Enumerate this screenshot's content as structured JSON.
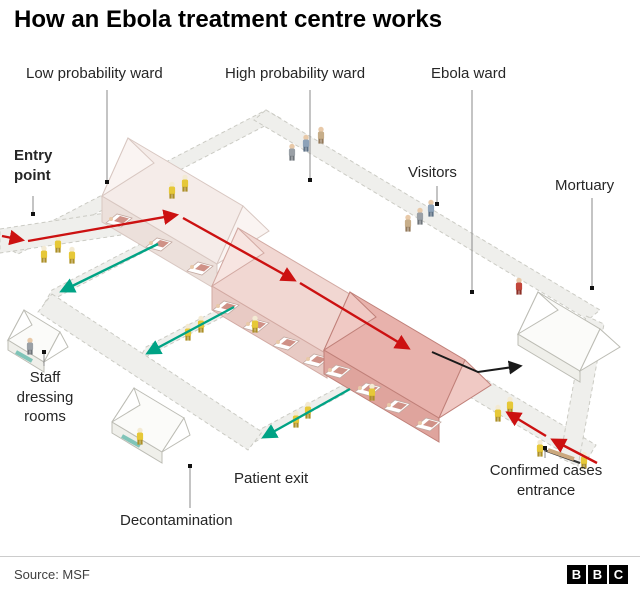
{
  "title": "How an Ebola treatment centre works",
  "labels": {
    "low_probability_ward": "Low probability ward",
    "high_probability_ward": "High probability ward",
    "ebola_ward": "Ebola ward",
    "entry_point": "Entry point",
    "visitors": "Visitors",
    "mortuary": "Mortuary",
    "staff_dressing_rooms": "Staff dressing rooms",
    "patient_exit": "Patient exit",
    "decontamination": "Decontamination",
    "confirmed_cases_entrance": "Confirmed cases entrance"
  },
  "footer": {
    "source": "Source: MSF",
    "bbc": [
      "B",
      "B",
      "C"
    ]
  },
  "colors": {
    "patient_route_red": "#cc1111",
    "exit_route_teal": "#00a385",
    "mortuary_route_black": "#1a1a1a",
    "low_ward_fill": "#f5ece9",
    "high_ward_fill": "#f1d7d2",
    "ebola_ward_fill": "#e8b2ac",
    "walkway_fill": "#efefec"
  }
}
